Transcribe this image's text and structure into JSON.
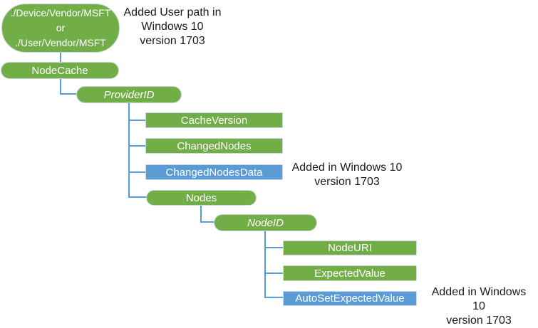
{
  "diagram": {
    "kind": "tree-diagram",
    "colors": {
      "node_green": "#72AE47",
      "node_blue": "#5B9BD5",
      "connector_blue": "#5B9BD5",
      "node_text": "#ffffff",
      "annotation_text": "#1b1b1b"
    },
    "nodes": {
      "root": {
        "line1": "./Device/Vendor/MSFT",
        "line2": "or",
        "line3": "./User/Vendor/MSFT"
      },
      "nodecache": {
        "label": "NodeCache"
      },
      "providerid": {
        "label": "ProviderID"
      },
      "cacheversion": {
        "label": "CacheVersion"
      },
      "changednodes": {
        "label": "ChangedNodes"
      },
      "changednodesdata": {
        "label": "ChangedNodesData"
      },
      "nodes": {
        "label": "Nodes"
      },
      "nodeid": {
        "label": "NodeID"
      },
      "nodeuri": {
        "label": "NodeURI"
      },
      "expectedvalue": {
        "label": "ExpectedValue"
      },
      "autosetexpectedvalue": {
        "label": "AutoSetExpectedValue"
      }
    },
    "annotations": {
      "user_path": {
        "line1": "Added User path in",
        "line2": "Windows 10",
        "line3": "version 1703"
      },
      "changed_nodes_data": {
        "line1": "Added in Windows 10",
        "line2": "version 1703"
      },
      "auto_set": {
        "line1": "Added in Windows 10",
        "line2": "version 1703"
      }
    }
  }
}
